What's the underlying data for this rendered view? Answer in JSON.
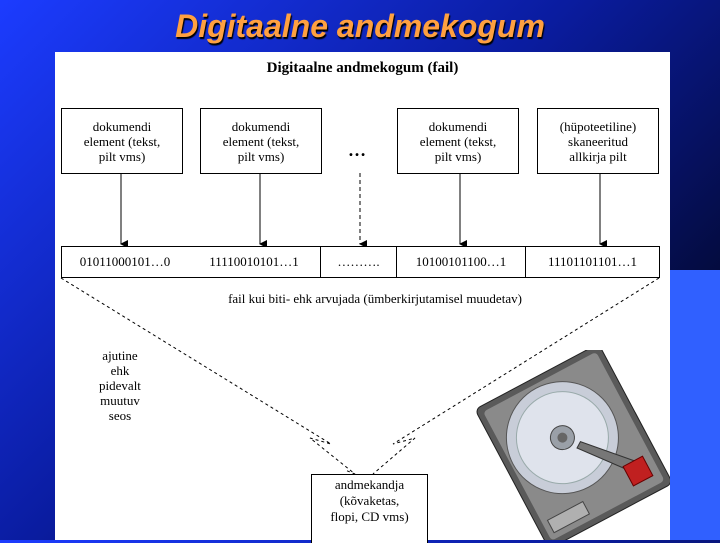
{
  "slide": {
    "title": "Digitaalne andmekogum"
  },
  "diagram": {
    "title": "Digitaalne andmekogum (fail)",
    "elements": [
      "dokumendi\nelement (tekst,\npilt vms)",
      "dokumendi\nelement (tekst,\npilt vms)",
      "…",
      "dokumendi\nelement (tekst,\npilt vms)",
      "(hüpoteetiline)\nskaneeritud\nallkirja pilt"
    ],
    "bit_sequences": [
      "01011000101…0",
      "11110010101…1",
      "……….",
      "10100101100…1",
      "11101101101…1"
    ],
    "file_label": "fail kui biti- ehk arvujada (ümberkirjutamisel muudetav)",
    "link_label": "ajutine\nehk\npidevalt\nmuutuv\nseos",
    "storage_label": "andmekandja\n(kõvaketas,\nflopi, CD vms)"
  },
  "colors": {
    "title": "#ffa040",
    "panel": "#ffffff",
    "background": "#1c3cff"
  },
  "icons": [
    "hard-disk-drive-illustration"
  ]
}
